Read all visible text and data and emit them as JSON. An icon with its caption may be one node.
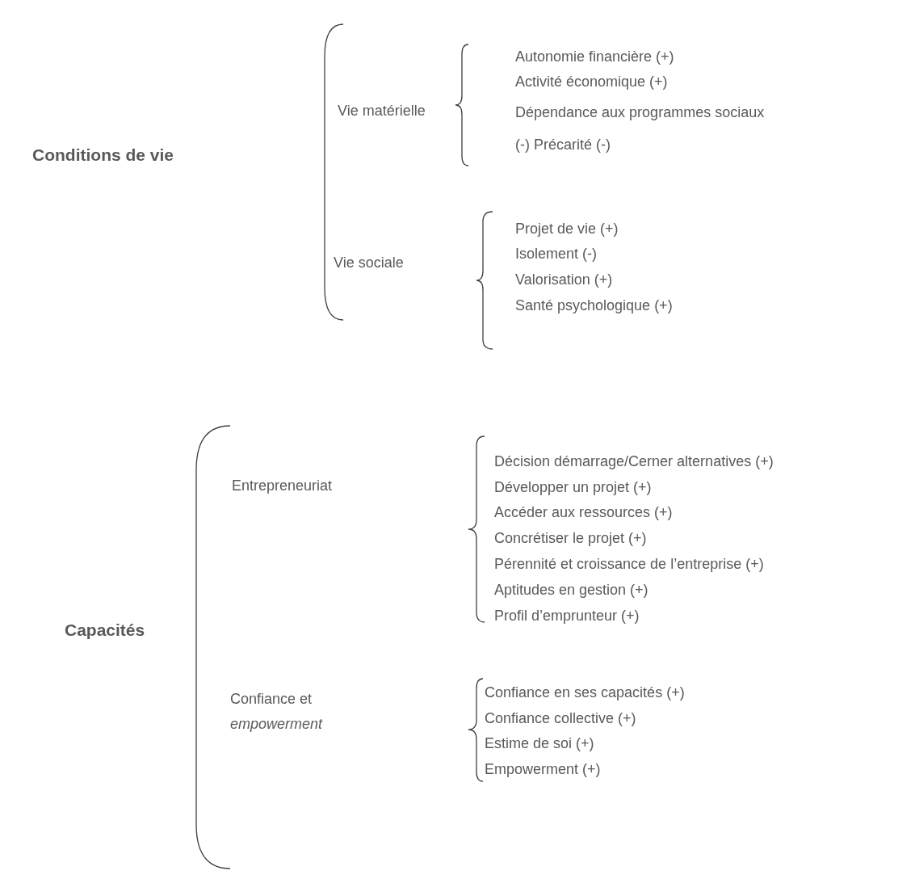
{
  "diagram": {
    "labels": [
      "Conditions de vie",
      "Vie matérielle",
      "Autonomie financière (+)",
      "Activité économique (+)",
      "Dépendance aux programmes sociaux (-) Précarité (-)",
      "Vie sociale",
      "Projet de vie (+)",
      "Isolement (-)",
      "Valorisation (+)",
      "Santé psychologique (+)",
      "Capacités",
      "Entrepreneuriat",
      "Décision démarrage/Cerner alternatives (+)",
      "Développer un projet (+)",
      "Accéder aux ressources (+)",
      "Concrétiser le projet (+)",
      "Pérennité et croissance de l’entreprise (+)",
      "Aptitudes en gestion (+)",
      "Profil d’emprunteur (+)",
      "Confiance et *empowerment*",
      "Confiance en ses capacités (+)",
      "Confiance collective (+)",
      "Estime de soi (+)",
      "Empowerment (+)"
    ]
  }
}
